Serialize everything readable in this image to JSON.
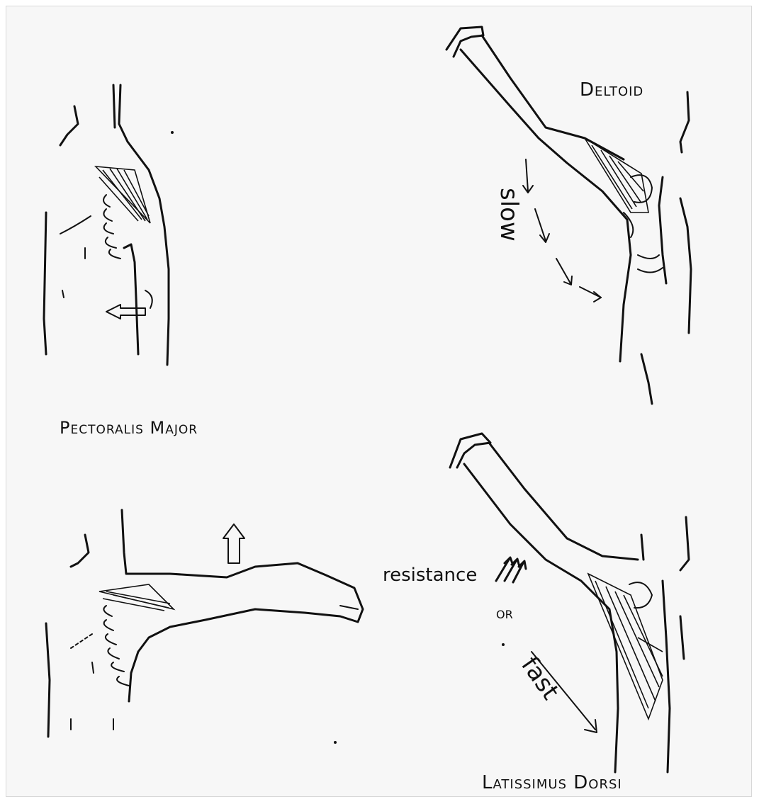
{
  "labels": {
    "deltoid": "Deltoid",
    "pectoralis": "Pectoralis Major",
    "latissimus": "Latissimus Dorsi",
    "slow": "slow",
    "fast": "fast",
    "resistance": "resistance",
    "or": "OR"
  }
}
